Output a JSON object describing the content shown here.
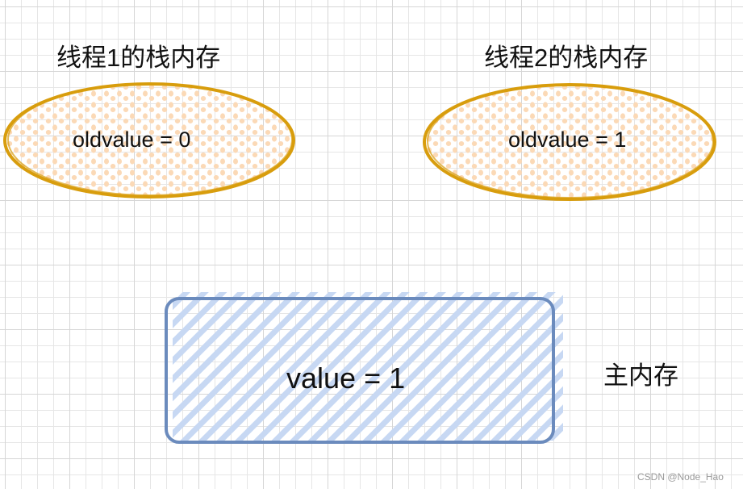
{
  "thread1": {
    "title": "线程1的栈内存",
    "content": "oldvalue = 0"
  },
  "thread2": {
    "title": "线程2的栈内存",
    "content": "oldvalue = 1"
  },
  "main_memory": {
    "label": "主内存",
    "content": "value = 1"
  },
  "watermark": "CSDN @Node_Hao",
  "colors": {
    "oval_stroke": "#d89d0d",
    "oval_fill_dots": "#fbd9b6",
    "rect_stroke": "#6b8bbd",
    "rect_hatch": "#c7d8f3"
  }
}
